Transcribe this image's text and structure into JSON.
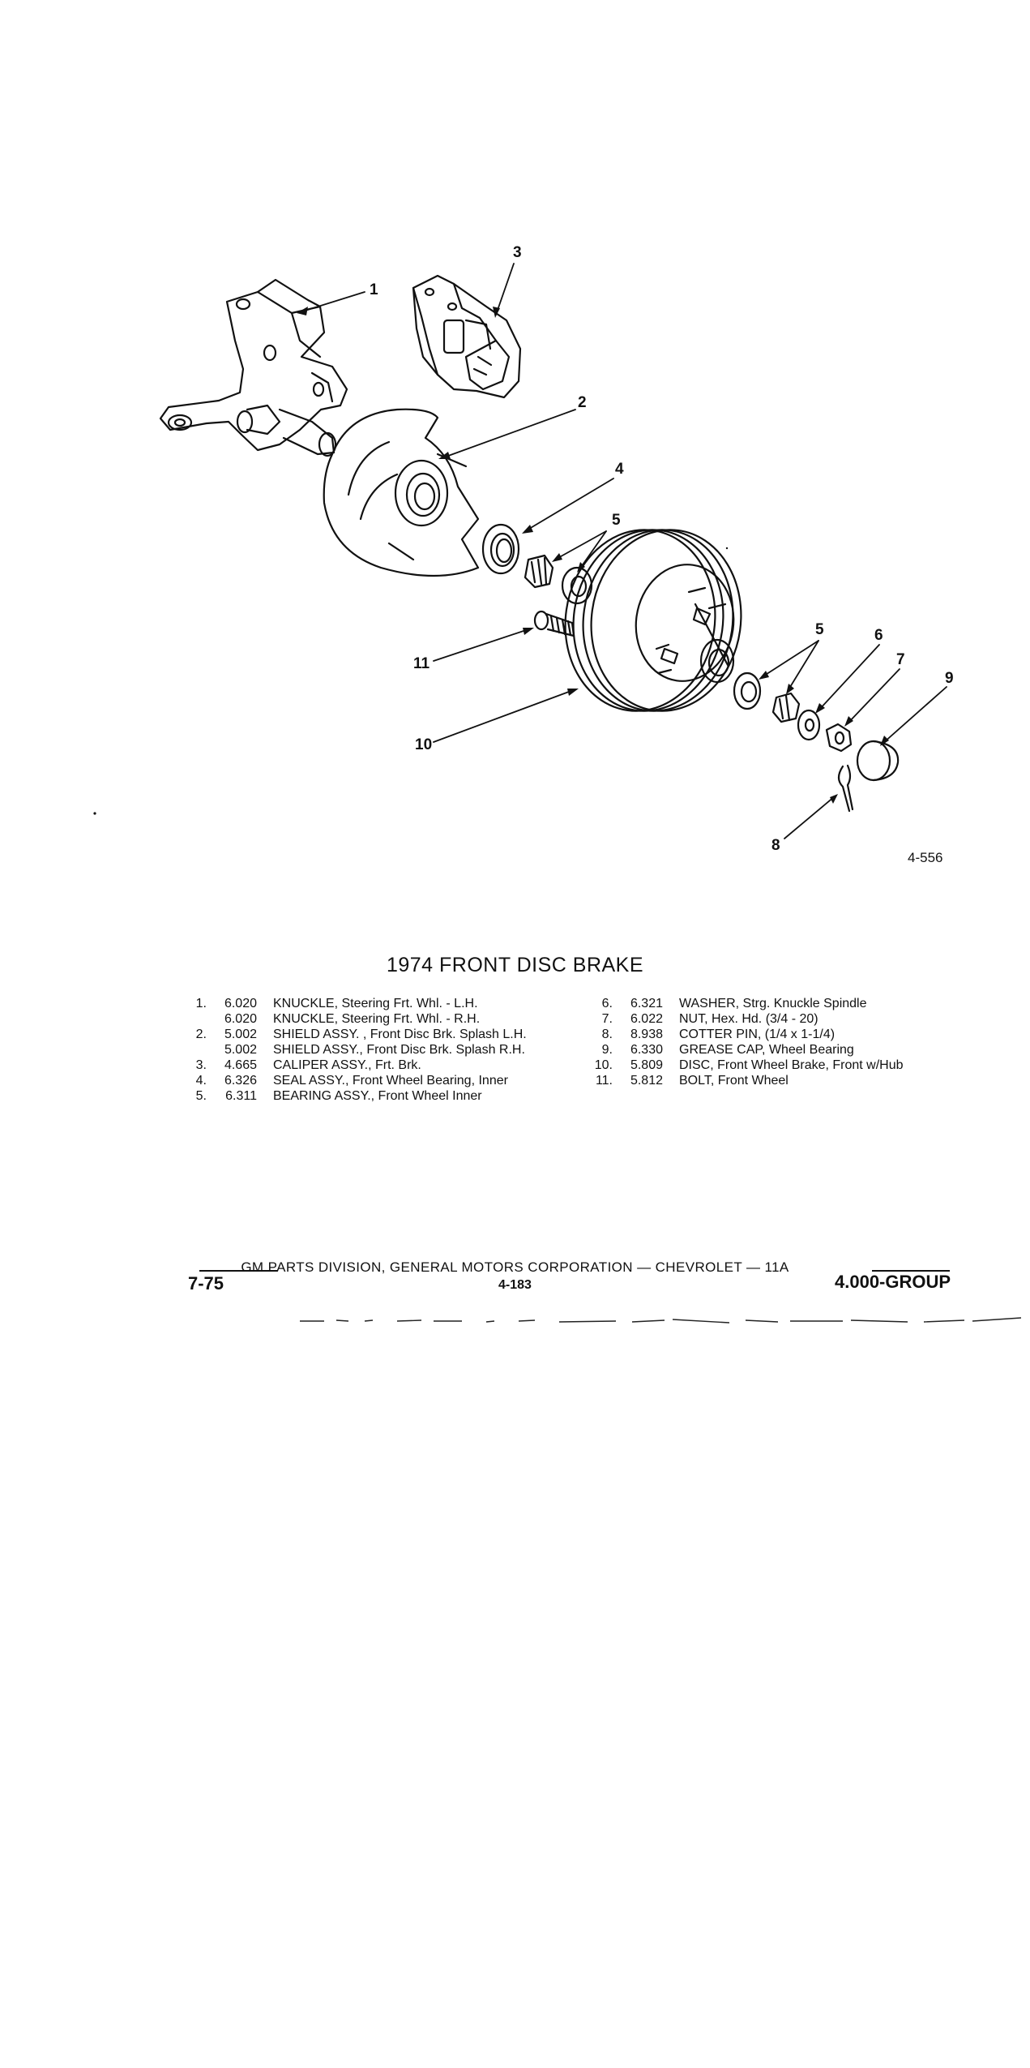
{
  "figure": {
    "ref": "4-556",
    "callouts": [
      "1",
      "2",
      "3",
      "4",
      "5",
      "5",
      "6",
      "7",
      "8",
      "9",
      "10",
      "11"
    ]
  },
  "title": "1974 FRONT DISC BRAKE",
  "parts_left": [
    {
      "num": "1.",
      "code": "6.020",
      "desc": "KNUCKLE, Steering Frt. Whl. - L.H."
    },
    {
      "num": "",
      "code": "6.020",
      "desc": "KNUCKLE, Steering Frt. Whl. - R.H."
    },
    {
      "num": "2.",
      "code": "5.002",
      "desc": "SHIELD ASSY. , Front Disc Brk. Splash L.H."
    },
    {
      "num": "",
      "code": "5.002",
      "desc": "SHIELD ASSY., Front Disc Brk. Splash R.H."
    },
    {
      "num": "3.",
      "code": "4.665",
      "desc": "CALIPER ASSY., Frt. Brk."
    },
    {
      "num": "4.",
      "code": "6.326",
      "desc": "SEAL ASSY., Front Wheel Bearing, Inner"
    },
    {
      "num": "5.",
      "code": "6.311",
      "desc": "BEARING ASSY., Front Wheel Inner"
    }
  ],
  "parts_right": [
    {
      "num": "6.",
      "code": "6.321",
      "desc": "WASHER, Strg. Knuckle Spindle"
    },
    {
      "num": "7.",
      "code": "6.022",
      "desc": "NUT, Hex. Hd. (3/4 - 20)"
    },
    {
      "num": "8.",
      "code": "8.938",
      "desc": "COTTER PIN, (1/4 x 1-1/4)"
    },
    {
      "num": "9.",
      "code": "6.330",
      "desc": "GREASE CAP, Wheel Bearing"
    },
    {
      "num": "10.",
      "code": "5.809",
      "desc": "DISC, Front Wheel Brake, Front w/Hub"
    },
    {
      "num": "11.",
      "code": "5.812",
      "desc": "BOLT, Front Wheel"
    }
  ],
  "footer": {
    "left": "7-75",
    "center": "GM PARTS DIVISION, GENERAL MOTORS CORPORATION — CHEVROLET — 11A",
    "page": "4-183",
    "right": "4.000-GROUP"
  }
}
